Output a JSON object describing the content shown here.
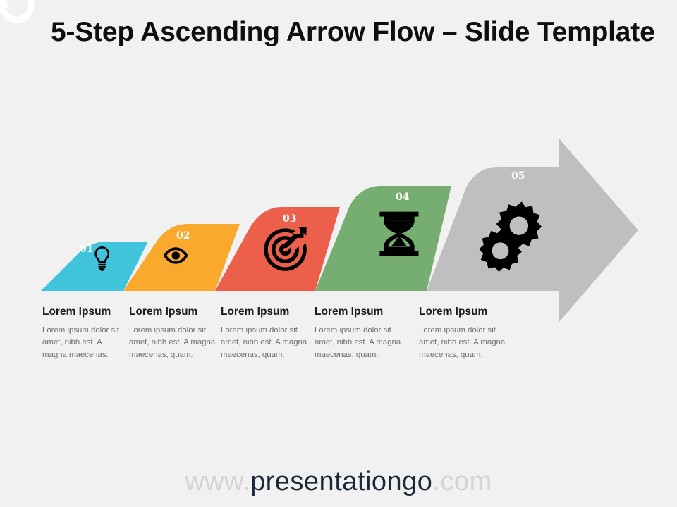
{
  "slide": {
    "title": "5-Step Ascending Arrow Flow – Slide Template",
    "background_color": "#f1f1f1",
    "watermark": "GO"
  },
  "footer": {
    "prefix": "www.",
    "brand": "presentationgo",
    "suffix": ".com",
    "full": "www.presentationgo.com",
    "brand_color": "#1b2838",
    "dim_color": "#d2d4d6"
  },
  "steps": [
    {
      "number": "01",
      "color": "#3fc4dc",
      "icon": "lightbulb-icon",
      "title": "Lorem Ipsum",
      "body": "Lorem ipsum dolor sit amet, nibh est. A magna maecenas."
    },
    {
      "number": "02",
      "color": "#f9a92b",
      "icon": "eye-icon",
      "title": "Lorem Ipsum",
      "body": "Lorem ipsum dolor sit amet, nibh est. A magna maecenas, quam."
    },
    {
      "number": "03",
      "color": "#ec604b",
      "icon": "target-icon",
      "title": "Lorem Ipsum",
      "body": "Lorem ipsum dolor sit amet, nibh est. A magna maecenas, quam."
    },
    {
      "number": "04",
      "color": "#76ad70",
      "icon": "hourglass-icon",
      "title": "Lorem Ipsum",
      "body": "Lorem ipsum dolor sit amet, nibh est. A magna maecenas, quam."
    },
    {
      "number": "05",
      "color": "#bfbfbf",
      "icon": "gears-icon",
      "title": "Lorem Ipsum",
      "body": "Lorem ipsum dolor sit amet, nibh est. A magna maecenas, quam."
    }
  ]
}
